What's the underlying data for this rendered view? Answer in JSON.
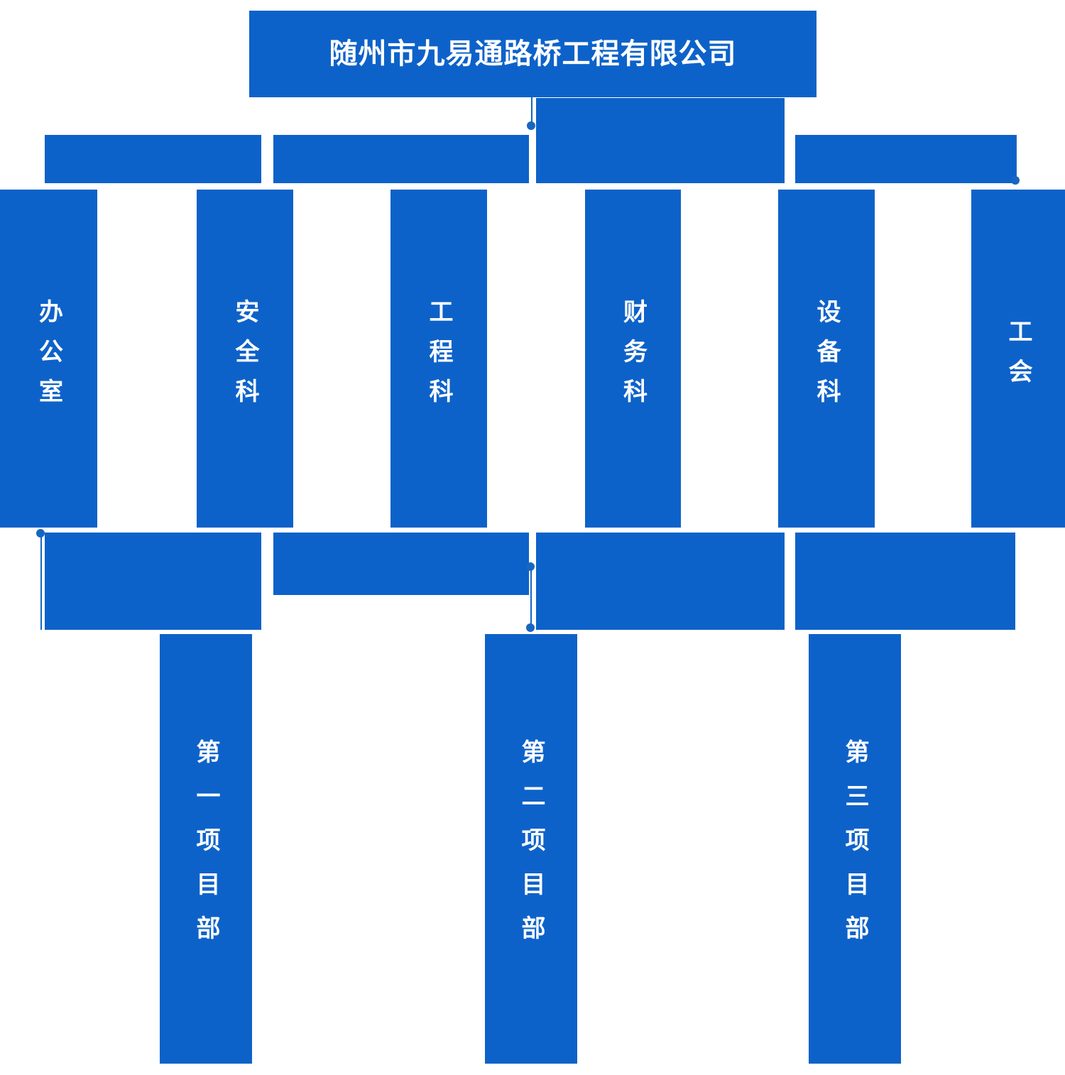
{
  "chart": {
    "title": "随州市九易通路桥工程有限公司",
    "accent_color": "#0d62c9",
    "text_color": "#ffffff",
    "connector_color": "#1766c0",
    "background": "#ffffff",
    "type": "organization-chart"
  },
  "root": {
    "label": "随州市九易通路桥工程有限公司"
  },
  "connector_row_top": [
    {
      "label": ""
    },
    {
      "label": ""
    },
    {
      "label": ""
    },
    {
      "label": ""
    }
  ],
  "departments": [
    {
      "label": "办公室"
    },
    {
      "label": "安全科"
    },
    {
      "label": "工程科"
    },
    {
      "label": "财务科"
    },
    {
      "label": "设备科"
    },
    {
      "label": "工会"
    }
  ],
  "connector_row_bottom": [
    {
      "label": ""
    },
    {
      "label": ""
    },
    {
      "label": ""
    },
    {
      "label": ""
    }
  ],
  "projects": [
    {
      "label": "第一项目部"
    },
    {
      "label": "第二项目部"
    },
    {
      "label": "第三项目部"
    }
  ]
}
